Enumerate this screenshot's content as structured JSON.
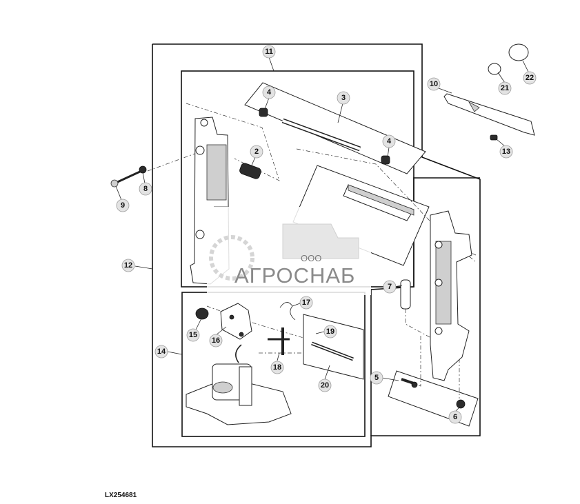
{
  "figure_code": "LX254681",
  "watermark": {
    "company_form": "ООО",
    "company_name": "АГРОСНАБ"
  },
  "callouts": [
    "2",
    "3",
    "4",
    "4",
    "5",
    "6",
    "7",
    "8",
    "9",
    "10",
    "11",
    "12",
    "13",
    "14",
    "15",
    "16",
    "17",
    "18",
    "19",
    "20",
    "21",
    "22"
  ]
}
